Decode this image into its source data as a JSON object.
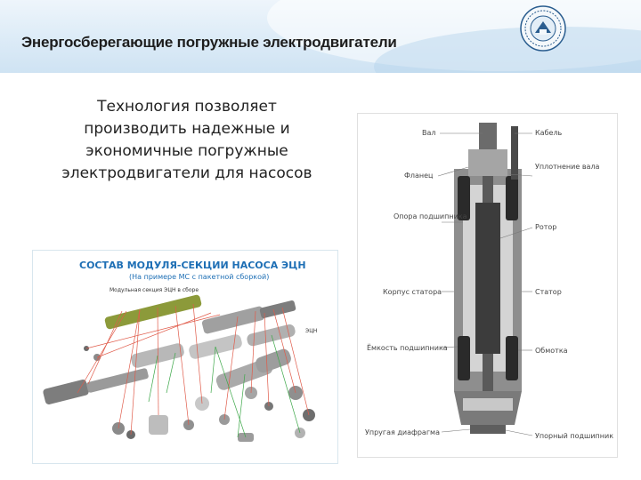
{
  "slide": {
    "title": "Энергосберегающие погружные электродвигатели",
    "body_lines": [
      "Технология позволяет",
      "производить надежные и",
      "экономичные погружные",
      "электродвигатели для насосов"
    ]
  },
  "module_diagram": {
    "title": "СОСТАВ МОДУЛЯ-СЕКЦИИ НАСОСА ЭЦН",
    "subtitle": "(На примере МС с пакетной сборкой)",
    "callout_top": "Модульная секция ЭЦН в сборе",
    "callout_right": "ЭЦН"
  },
  "motor_diagram": {
    "labels": {
      "val": "Вал",
      "kabel": "Кабель",
      "flanec": "Фланец",
      "uplotnenie": "Уплотнение вала",
      "opora": "Опора подшипника",
      "rotor": "Ротор",
      "korpus": "Корпус статора",
      "stator": "Статор",
      "emkost": "Ёмкость подшипника",
      "obmotka": "Обмотка",
      "diafragma": "Упругая диафрагма",
      "upornyi": "Упорный подшипник"
    }
  },
  "icons": {
    "emblem": "university-emblem-icon"
  },
  "colors": {
    "accent_blue": "#1e6fb5",
    "header_band": "#dcebf7",
    "motor_gray": "#7a7a7a"
  }
}
